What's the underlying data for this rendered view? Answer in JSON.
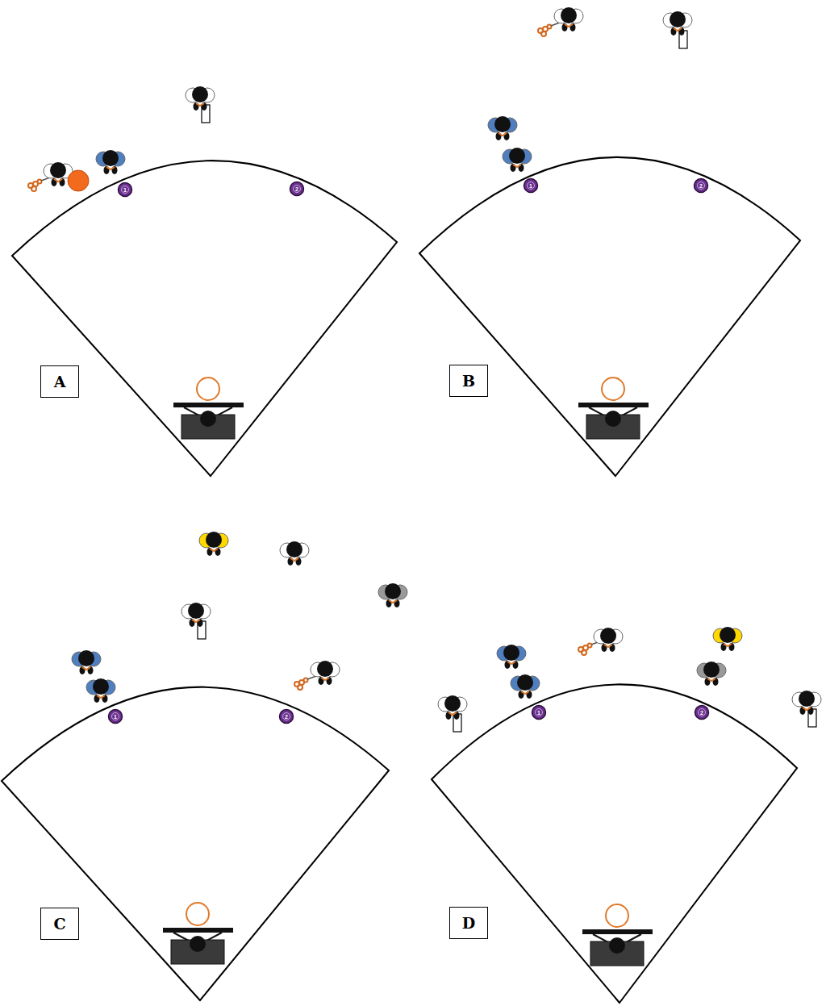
{
  "diagram": {
    "nodes": [
      {
        "text": [
          "1"
        ]
      },
      {
        "text": [
          "2"
        ]
      },
      {
        "text": [
          "A"
        ]
      },
      {
        "text": [
          "1"
        ]
      },
      {
        "text": [
          "2"
        ]
      },
      {
        "text": [
          "B"
        ]
      },
      {
        "text": [
          "1"
        ]
      },
      {
        "text": [
          "2"
        ]
      },
      {
        "text": [
          "C"
        ]
      },
      {
        "text": [
          "1"
        ]
      },
      {
        "text": [
          "2"
        ]
      },
      {
        "text": [
          "D"
        ]
      }
    ]
  }
}
